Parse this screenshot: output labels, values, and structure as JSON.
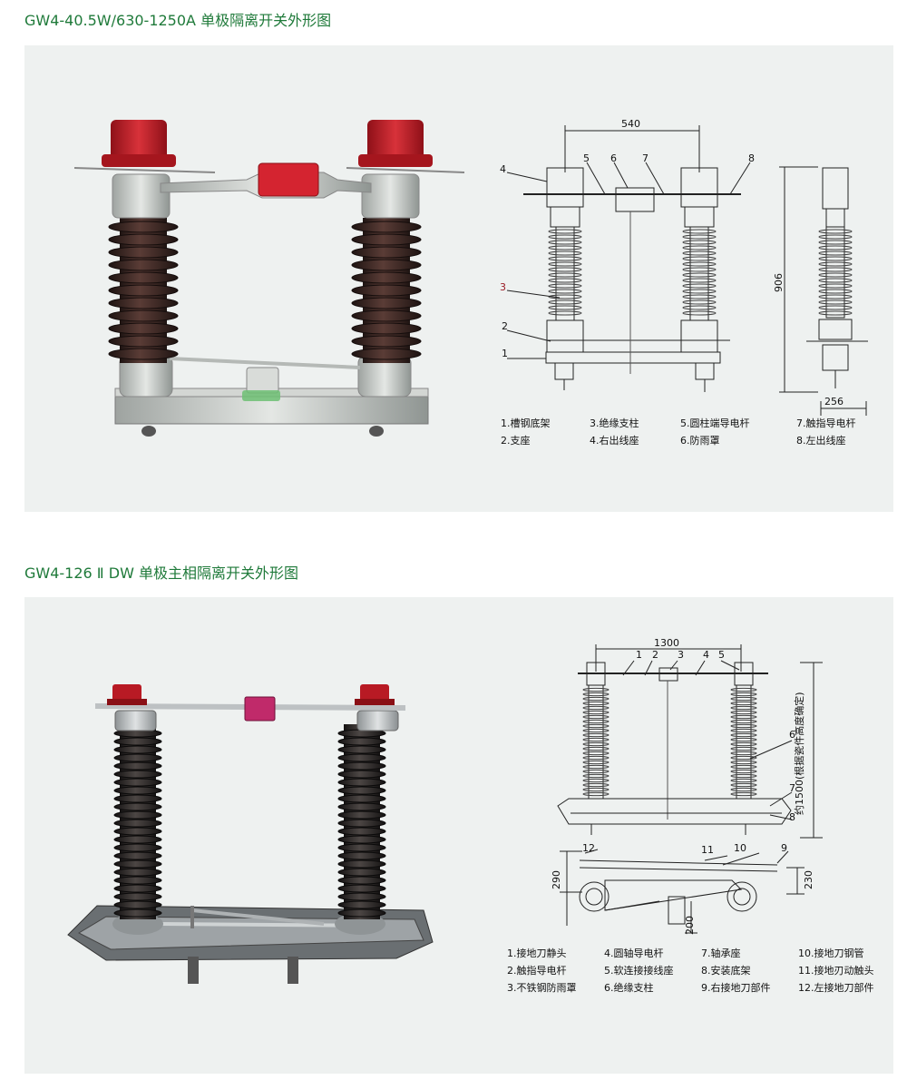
{
  "section1": {
    "title": "GW4-40.5W/630-1250A 单极隔离开关外形图",
    "dimensions": {
      "width_top": "540",
      "height": "906",
      "depth": "256"
    },
    "callouts": [
      "1",
      "2",
      "3",
      "4",
      "5",
      "6",
      "7",
      "8"
    ],
    "legend": [
      "1.槽钢底架",
      "3.绝缘支柱",
      "5.圆柱端导电杆",
      "7.触指导电杆",
      "2.支座",
      "4.右出线座",
      "6.防雨罩",
      "8.左出线座"
    ],
    "colors": {
      "cap": "#c8202a",
      "insulator": "#3a2420",
      "metal": "#c9ccc8"
    }
  },
  "section2": {
    "title": "GW4-126 Ⅱ DW 单极主相隔离开关外形图",
    "dimensions": {
      "width_top": "1300",
      "height": "约1500(根据瓷件高度确定)",
      "left_h": "290",
      "right_h": "230",
      "bottom": "200"
    },
    "callouts": [
      "1",
      "2",
      "3",
      "4",
      "5",
      "6",
      "7",
      "8",
      "9",
      "10",
      "11",
      "12"
    ],
    "legend": [
      "1.接地刀静头",
      "4.圆轴导电杆",
      "7.轴承座",
      "10.接地刀钢管",
      "2.触指导电杆",
      "5.软连接接线座",
      "8.安装底架",
      "11.接地刃动触头",
      "3.不铁钢防雨罩",
      "6.绝缘支柱",
      "9.右接地刀部件",
      "12.左接地刀部件"
    ],
    "colors": {
      "cap": "#b81a24",
      "insulator": "#2b2624",
      "metal": "#bfc3c4",
      "box": "#c02a6a"
    }
  }
}
